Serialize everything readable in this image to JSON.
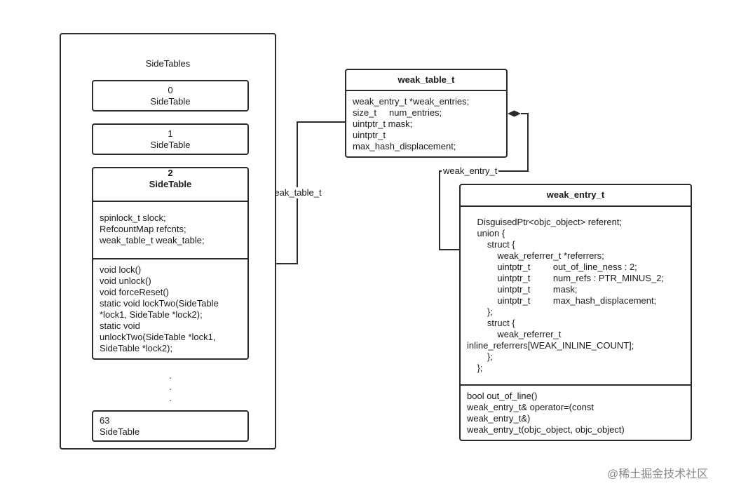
{
  "sidetables": {
    "title": "SideTables",
    "entry0": {
      "index": "0",
      "name": "SideTable"
    },
    "entry1": {
      "index": "1",
      "name": "SideTable"
    },
    "entry2": {
      "index": "2",
      "name": "SideTable",
      "fields": "spinlock_t slock;\nRefcountMap refcnts;\nweak_table_t weak_table;",
      "methods": "void lock()\nvoid unlock()\nvoid forceReset()\nstatic void lockTwo(SideTable\n*lock1, SideTable *lock2);\nstatic void\nunlockTwo(SideTable *lock1,\nSideTable *lock2);"
    },
    "ellipsis": ".\n.\n.",
    "entry63": {
      "index": "63",
      "name": "SideTable"
    }
  },
  "weak_table": {
    "title": "weak_table_t",
    "fields": "weak_entry_t *weak_entries;\nsize_t     num_entries;\nuintptr_t mask;\nuintptr_t\nmax_hash_displacement;"
  },
  "weak_entry": {
    "title": "weak_entry_t",
    "fields": "    DisguisedPtr<objc_object> referent;\n    union {\n        struct {\n            weak_referrer_t *referrers;\n            uintptr_t         out_of_line_ness : 2;\n            uintptr_t         num_refs : PTR_MINUS_2;\n            uintptr_t         mask;\n            uintptr_t         max_hash_displacement;\n        };\n        struct {\n            weak_referrer_t\ninline_referrers[WEAK_INLINE_COUNT];\n        };\n    };",
    "methods": "bool out_of_line()\nweak_entry_t& operator=(const\nweak_entry_t&)\nweak_entry_t(objc_object, objc_object)"
  },
  "connectors": {
    "sidetable_to_weak_table": "weak_table_t",
    "weak_table_to_weak_entry": "weak_entry_t"
  },
  "watermark": "@稀土掘金技术社区"
}
